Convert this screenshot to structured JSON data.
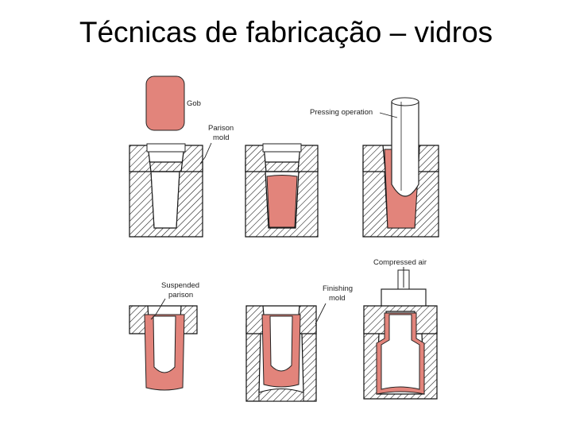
{
  "title": "Técnicas de fabricação – vidros",
  "labels": {
    "gob": "Gob",
    "parison_mold": [
      "Parison",
      "mold"
    ],
    "pressing_operation": "Pressing operation",
    "suspended_parison": [
      "Suspended",
      "parison"
    ],
    "finishing_mold": [
      "Finishing",
      "mold"
    ],
    "compressed_air": "Compressed air"
  },
  "colors": {
    "glass": "#e2847b",
    "mold_hatch": "#111111",
    "outline": "#222222"
  }
}
